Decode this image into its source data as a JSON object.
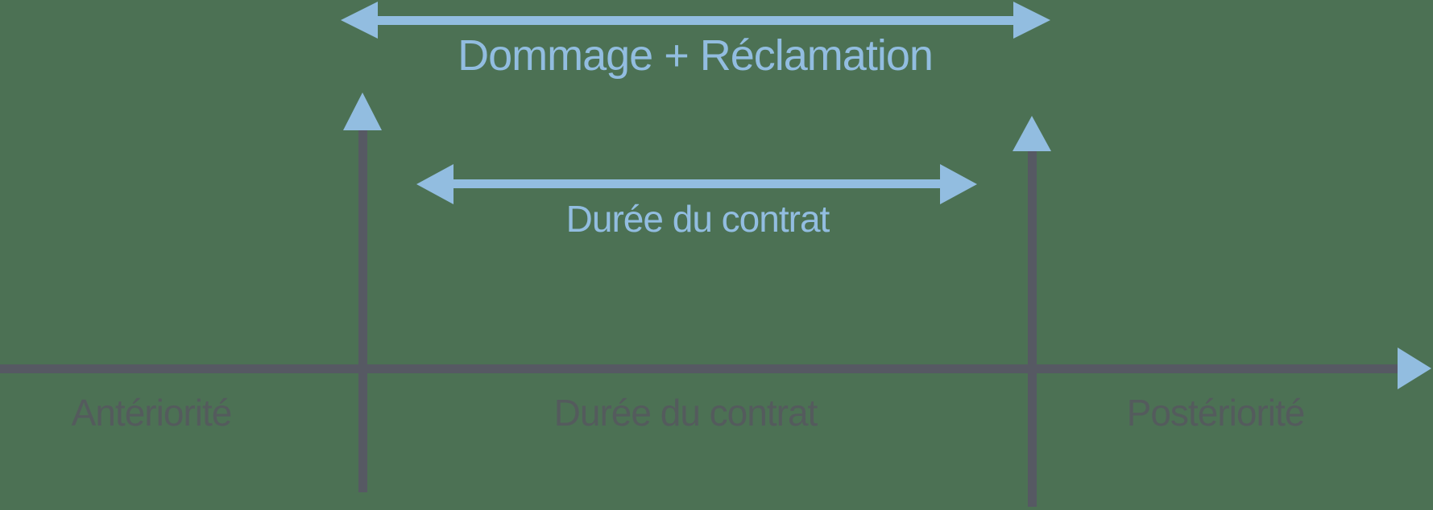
{
  "colors": {
    "background": "#4C7154",
    "arrow-blue": "#92BDE0",
    "line-gray": "#565963",
    "label-gray": "#555A5E"
  },
  "arrows": {
    "dommage_reclamation": "Dommage + Réclamation",
    "duree_contrat": "Durée du contrat"
  },
  "axis": {
    "left_label": "Antériorité",
    "middle_label": "Durée du contrat",
    "right_label": "Postériorité"
  }
}
